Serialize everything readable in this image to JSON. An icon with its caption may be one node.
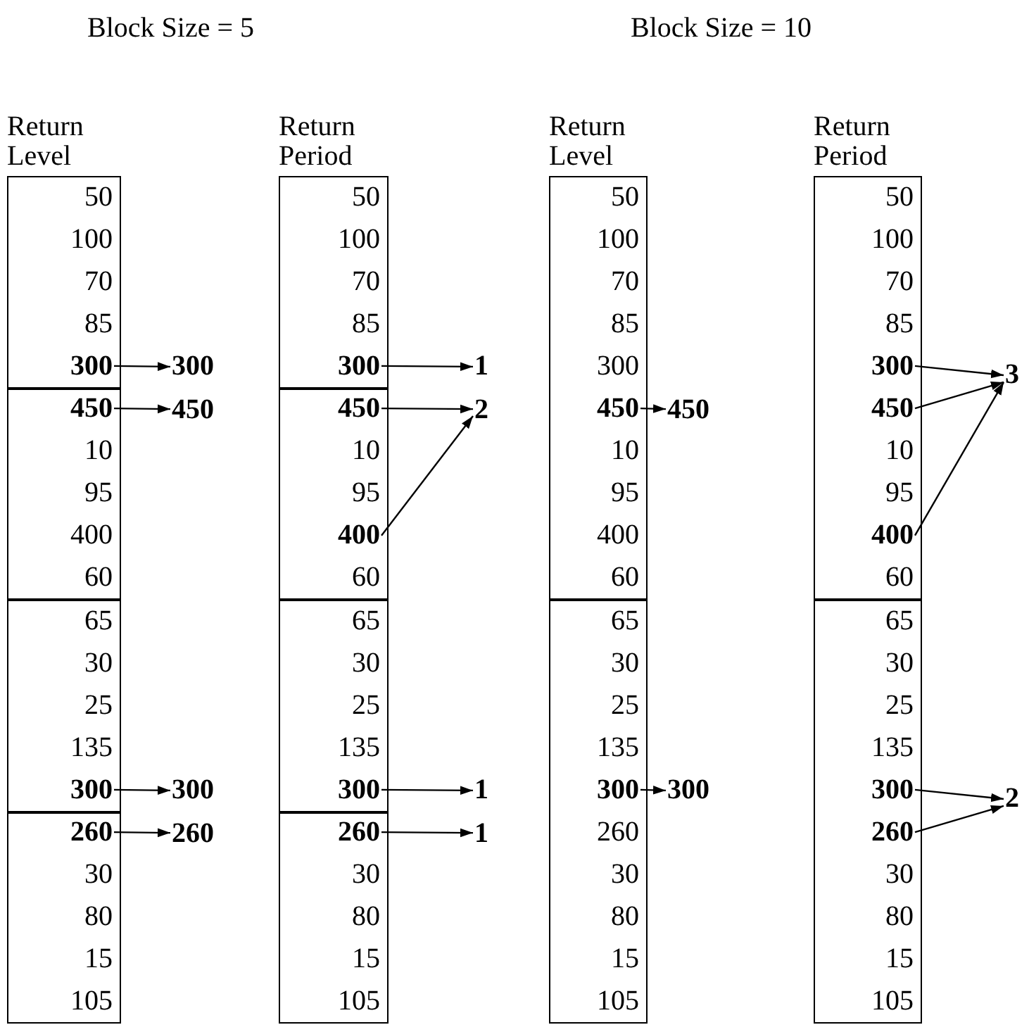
{
  "diagram": {
    "nodes": [
      {
        "text": [],
        "shape": "box"
      },
      {
        "text": [
          "50"
        ],
        "in": 0
      },
      {
        "text": [
          "100"
        ],
        "in": 0
      },
      {
        "text": [
          "70"
        ],
        "in": 0
      },
      {
        "text": [
          "85"
        ],
        "in": 0
      },
      {
        "text": [
          "300"
        ],
        "in": 0
      },
      {
        "text": [],
        "shape": "box"
      },
      {
        "text": [
          "450"
        ],
        "in": 6
      },
      {
        "text": [
          "10"
        ],
        "in": 6
      },
      {
        "text": [
          "95"
        ],
        "in": 6
      },
      {
        "text": [
          "400"
        ],
        "in": 6
      },
      {
        "text": [
          "60"
        ],
        "in": 6
      },
      {
        "text": [],
        "shape": "box"
      },
      {
        "text": [
          "65"
        ],
        "in": 12
      },
      {
        "text": [
          "30"
        ],
        "in": 12
      },
      {
        "text": [
          "25"
        ],
        "in": 12
      },
      {
        "text": [
          "135"
        ],
        "in": 12
      },
      {
        "text": [
          "300"
        ],
        "in": 12
      },
      {
        "text": [],
        "shape": "box"
      },
      {
        "text": [
          "260"
        ],
        "in": 18
      },
      {
        "text": [
          "30"
        ],
        "in": 18
      },
      {
        "text": [
          "80"
        ],
        "in": 18
      },
      {
        "text": [
          "15"
        ],
        "in": 18
      },
      {
        "text": [
          "105"
        ],
        "in": 18
      },
      {
        "text": [
          "300"
        ]
      },
      {
        "text": [
          "450"
        ]
      },
      {
        "text": [
          "300"
        ]
      },
      {
        "text": [
          "260"
        ]
      },
      {
        "text": [],
        "shape": "box"
      },
      {
        "text": [
          "50"
        ],
        "in": 28
      },
      {
        "text": [
          "100"
        ],
        "in": 28
      },
      {
        "text": [
          "70"
        ],
        "in": 28
      },
      {
        "text": [
          "85"
        ],
        "in": 28
      },
      {
        "text": [
          "300"
        ],
        "in": 28
      },
      {
        "text": [],
        "shape": "box"
      },
      {
        "text": [
          "450"
        ],
        "in": 34
      },
      {
        "text": [
          "10"
        ],
        "in": 34
      },
      {
        "text": [
          "95"
        ],
        "in": 34
      },
      {
        "text": [
          "400"
        ],
        "in": 34
      },
      {
        "text": [
          "60"
        ],
        "in": 34
      },
      {
        "text": [],
        "shape": "box"
      },
      {
        "text": [
          "65"
        ],
        "in": 40
      },
      {
        "text": [
          "30"
        ],
        "in": 40
      },
      {
        "text": [
          "25"
        ],
        "in": 40
      },
      {
        "text": [
          "135"
        ],
        "in": 40
      },
      {
        "text": [
          "300"
        ],
        "in": 40
      },
      {
        "text": [],
        "shape": "box"
      },
      {
        "text": [
          "260"
        ],
        "in": 46
      },
      {
        "text": [
          "30"
        ],
        "in": 46
      },
      {
        "text": [
          "80"
        ],
        "in": 46
      },
      {
        "text": [
          "15"
        ],
        "in": 46
      },
      {
        "text": [
          "105"
        ],
        "in": 46
      },
      {
        "text": [
          "1"
        ]
      },
      {
        "text": [
          "2"
        ]
      },
      {
        "text": [
          "1"
        ]
      },
      {
        "text": [
          "1"
        ]
      },
      {
        "text": [],
        "shape": "box"
      },
      {
        "text": [
          "50"
        ],
        "in": 56
      },
      {
        "text": [
          "100"
        ],
        "in": 56
      },
      {
        "text": [
          "70"
        ],
        "in": 56
      },
      {
        "text": [
          "85"
        ],
        "in": 56
      },
      {
        "text": [
          "300"
        ],
        "in": 56
      },
      {
        "text": [
          "450"
        ],
        "in": 56
      },
      {
        "text": [
          "10"
        ],
        "in": 56
      },
      {
        "text": [
          "95"
        ],
        "in": 56
      },
      {
        "text": [
          "400"
        ],
        "in": 56
      },
      {
        "text": [
          "60"
        ],
        "in": 56
      },
      {
        "text": [],
        "shape": "box"
      },
      {
        "text": [
          "65"
        ],
        "in": 67
      },
      {
        "text": [
          "30"
        ],
        "in": 67
      },
      {
        "text": [
          "25"
        ],
        "in": 67
      },
      {
        "text": [
          "135"
        ],
        "in": 67
      },
      {
        "text": [
          "300"
        ],
        "in": 67
      },
      {
        "text": [
          "260"
        ],
        "in": 67
      },
      {
        "text": [
          "30"
        ],
        "in": 67
      },
      {
        "text": [
          "80"
        ],
        "in": 67
      },
      {
        "text": [
          "15"
        ],
        "in": 67
      },
      {
        "text": [
          "105"
        ],
        "in": 67
      },
      {
        "text": [
          "450"
        ]
      },
      {
        "text": [
          "300"
        ]
      },
      {
        "text": [],
        "shape": "box"
      },
      {
        "text": [
          "50"
        ],
        "in": 80
      },
      {
        "text": [
          "100"
        ],
        "in": 80
      },
      {
        "text": [
          "70"
        ],
        "in": 80
      },
      {
        "text": [
          "85"
        ],
        "in": 80
      },
      {
        "text": [
          "300"
        ],
        "in": 80
      },
      {
        "text": [
          "450"
        ],
        "in": 80
      },
      {
        "text": [
          "10"
        ],
        "in": 80
      },
      {
        "text": [
          "95"
        ],
        "in": 80
      },
      {
        "text": [
          "400"
        ],
        "in": 80
      },
      {
        "text": [
          "60"
        ],
        "in": 80
      },
      {
        "text": [],
        "shape": "box"
      },
      {
        "text": [
          "65"
        ],
        "in": 91
      },
      {
        "text": [
          "30"
        ],
        "in": 91
      },
      {
        "text": [
          "25"
        ],
        "in": 91
      },
      {
        "text": [
          "135"
        ],
        "in": 91
      },
      {
        "text": [
          "300"
        ],
        "in": 91
      },
      {
        "text": [
          "260"
        ],
        "in": 91
      },
      {
        "text": [
          "30"
        ],
        "in": 91
      },
      {
        "text": [
          "80"
        ],
        "in": 91
      },
      {
        "text": [
          "15"
        ],
        "in": 91
      },
      {
        "text": [
          "105"
        ],
        "in": 91
      },
      {
        "text": [
          "3"
        ]
      },
      {
        "text": [
          "2"
        ]
      }
    ],
    "edges": [
      {
        "from": 5,
        "to": 24,
        "arrow": "to"
      },
      {
        "from": 7,
        "to": 25,
        "arrow": "to"
      },
      {
        "from": 17,
        "to": 26,
        "arrow": "to"
      },
      {
        "from": 19,
        "to": 27,
        "arrow": "to"
      },
      {
        "from": 33,
        "to": 52,
        "arrow": "to"
      },
      {
        "from": 35,
        "to": 53,
        "arrow": "to"
      },
      {
        "from": 38,
        "to": 53,
        "arrow": "to"
      },
      {
        "from": 45,
        "to": 54,
        "arrow": "to"
      },
      {
        "from": 47,
        "to": 55,
        "arrow": "to"
      },
      {
        "from": 62,
        "to": 78,
        "arrow": "to"
      },
      {
        "from": 72,
        "to": 79,
        "arrow": "to"
      },
      {
        "from": 85,
        "to": 102,
        "arrow": "to"
      },
      {
        "from": 86,
        "to": 102,
        "arrow": "to"
      },
      {
        "from": 89,
        "to": 102,
        "arrow": "to"
      },
      {
        "from": 96,
        "to": 103,
        "arrow": "to"
      },
      {
        "from": 97,
        "to": 103,
        "arrow": "to"
      }
    ],
    "labels": [
      "Block Size = 5",
      "Block Size = 10",
      "Return Level",
      "Return Period",
      "Return Level",
      "Return Period"
    ]
  }
}
